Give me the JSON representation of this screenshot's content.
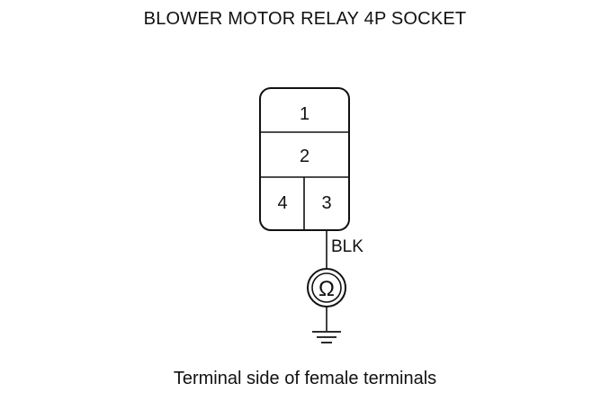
{
  "title": "BLOWER MOTOR RELAY 4P SOCKET",
  "caption": "Terminal side of female terminals",
  "connector": {
    "terminals": [
      {
        "id": "1",
        "label": "1"
      },
      {
        "id": "2",
        "label": "2"
      },
      {
        "id": "4",
        "label": "4"
      },
      {
        "id": "3",
        "label": "3"
      }
    ]
  },
  "wire": {
    "color_label": "BLK"
  },
  "meter": {
    "symbol": "Ω",
    "icon": "ohmmeter-icon"
  },
  "ground": {
    "icon": "ground-icon"
  }
}
